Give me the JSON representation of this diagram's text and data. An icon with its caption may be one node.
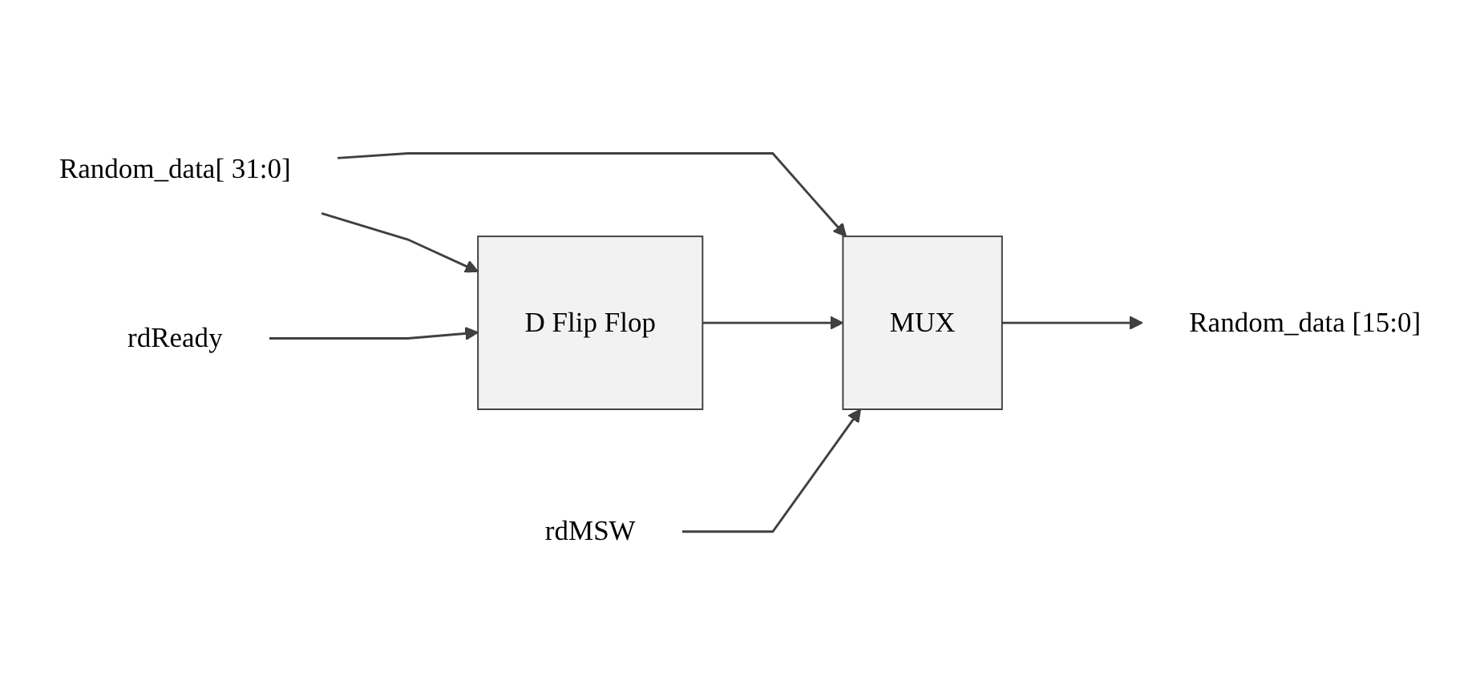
{
  "diagram": {
    "nodes": [
      {
        "text": [
          "Random_data[ 31:0]"
        ]
      },
      {
        "text": [
          "D Flip Flop"
        ]
      },
      {
        "text": [
          "rdReady"
        ]
      },
      {
        "text": [
          "MUX"
        ]
      },
      {
        "text": [
          "Random_data [15:0]"
        ]
      },
      {
        "text": [
          "rdMSW"
        ]
      }
    ],
    "edges": [
      {
        "from": 0,
        "to": 1,
        "arrow": "to"
      },
      {
        "from": 0,
        "to": 3,
        "arrow": "to"
      },
      {
        "from": 2,
        "to": 1,
        "arrow": "to"
      },
      {
        "from": 1,
        "to": 3,
        "arrow": "to"
      },
      {
        "from": 3,
        "to": 4,
        "arrow": "to"
      },
      {
        "from": 5,
        "to": 3,
        "arrow": "to"
      }
    ]
  }
}
